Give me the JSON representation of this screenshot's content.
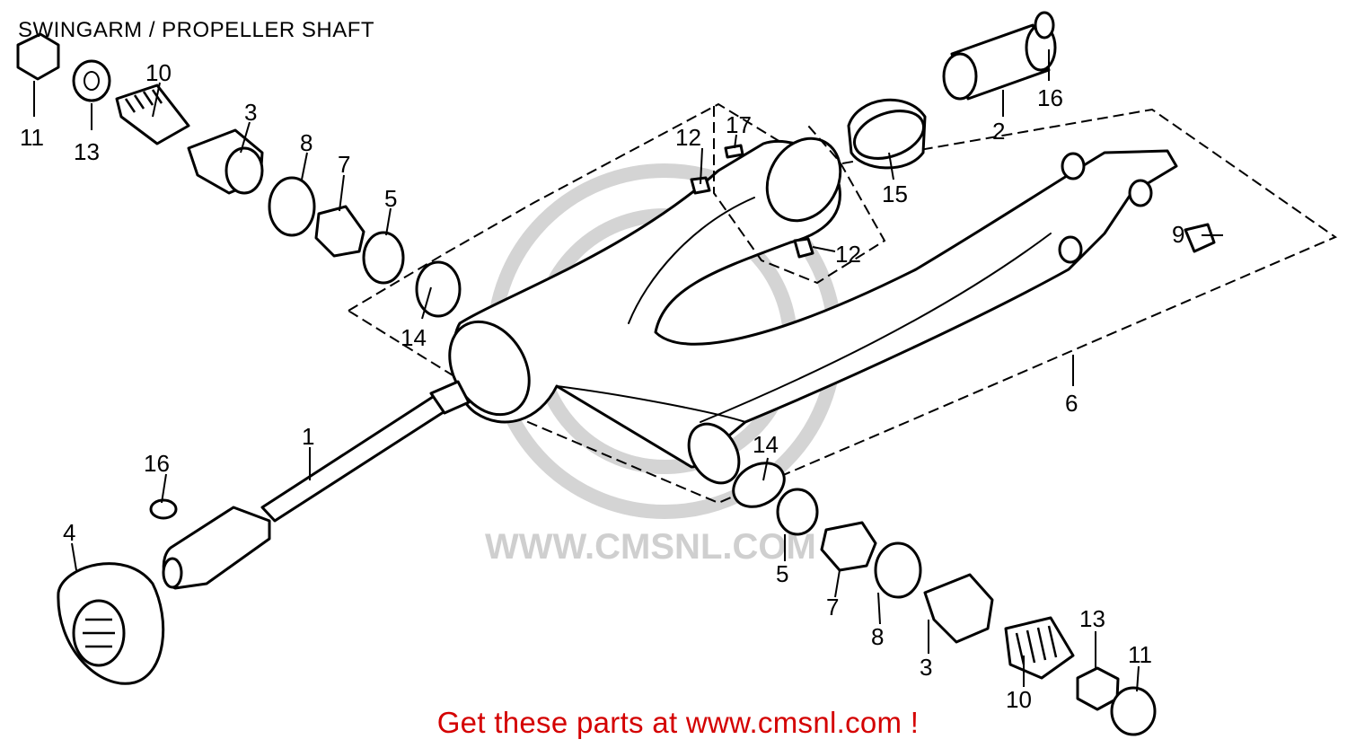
{
  "title": "SWINGARM /  PROPELLER SHAFT",
  "watermark": "WWW.CMSNL.COM",
  "cta": "Get these parts at www.cmsnl.com !",
  "colors": {
    "cta": "#d40000",
    "ink": "#000000",
    "watermark": "#cfcfcf"
  },
  "callouts": {
    "c1": "1",
    "c2": "2",
    "c3_top": "3",
    "c3_bottom": "3",
    "c4": "4",
    "c5_top": "5",
    "c5_bottom": "5",
    "c6": "6",
    "c7_top": "7",
    "c7_bottom": "7",
    "c8_top": "8",
    "c8_bottom": "8",
    "c9": "9",
    "c10_top": "10",
    "c10_bottom": "10",
    "c11_top": "11",
    "c11_bottom": "11",
    "c12_top": "12",
    "c12_bottom": "12",
    "c13_top": "13",
    "c13_bottom": "13",
    "c14_top": "14",
    "c14_bottom": "14",
    "c15": "15",
    "c16_top": "16",
    "c16_bottom": "16",
    "c17": "17"
  }
}
